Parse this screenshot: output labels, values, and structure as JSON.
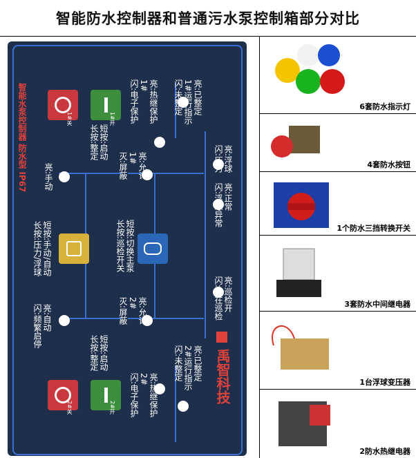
{
  "title": "智能防水控制器和普通污水泵控制箱部分对比",
  "panel": {
    "top_label": "智能水泵控制器 防水型 IP67",
    "brand": "禹智科技",
    "buttons": {
      "p1_stop": "1#关",
      "p1_start": "1#开",
      "p2_stop": "2#关",
      "p2_start": "2#开"
    },
    "texts": {
      "t1": "亮:已整定\n1#运行指示\n闪:未整定",
      "t2": "亮:热继保护\n1#\n闪:电子保护",
      "t3": "短按:启动\n长按:整定",
      "t4": "亮:浮球\n闪:压力",
      "t5": "亮:允许\n1#\n灭:屏蔽",
      "t6": "亮:正常\n闪:浮球异常",
      "t7": "亮:手动",
      "t8": "短按:手动/自动\n长按:压力/浮球",
      "t9": "短按:切换主泵\n长按:巡检开关",
      "t10": "亮:巡检开\n闪:正在巡检",
      "t11": "亮:自动\n闪:频繁启停",
      "t12": "亮:允许\n2#\n灭:屏蔽",
      "t13": "短按:启动\n长按:整定",
      "t14": "亮:已整定\n2#运行指示\n闪:未整定",
      "t15": "亮:热继保护\n2#\n闪:电子保护"
    }
  },
  "items": [
    {
      "caption": "6套防水指示灯"
    },
    {
      "caption": "4套防水按钮"
    },
    {
      "caption": "1个防水三挡转换开关"
    },
    {
      "caption": "3套防水中间继电器"
    },
    {
      "caption": "1台浮球变压器"
    },
    {
      "caption": "2防水热继电器"
    }
  ],
  "colors": {
    "panel_bg": "#1d2f4b",
    "panel_line": "#3b6fd6",
    "accent_red": "#e0413a"
  }
}
